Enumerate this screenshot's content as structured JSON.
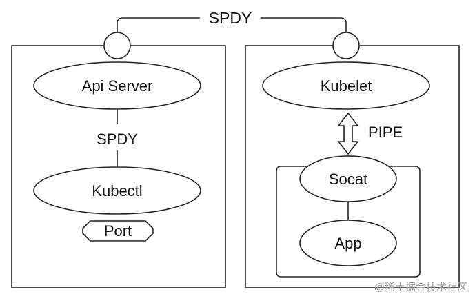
{
  "top_link": {
    "label": "SPDY"
  },
  "left_node": {
    "api_server": "Api Server",
    "link_label": "SPDY",
    "kubectl": "Kubectl",
    "port": "Port"
  },
  "right_node": {
    "kubelet": "Kubelet",
    "pipe_label": "PIPE",
    "socat": "Socat",
    "app": "App"
  },
  "watermark": {
    "text": "@稀土掘金技术社区"
  },
  "colors": {
    "stroke": "#222222",
    "background": "#ffffff",
    "text": "#111111",
    "watermark": "#9a9a9a"
  }
}
